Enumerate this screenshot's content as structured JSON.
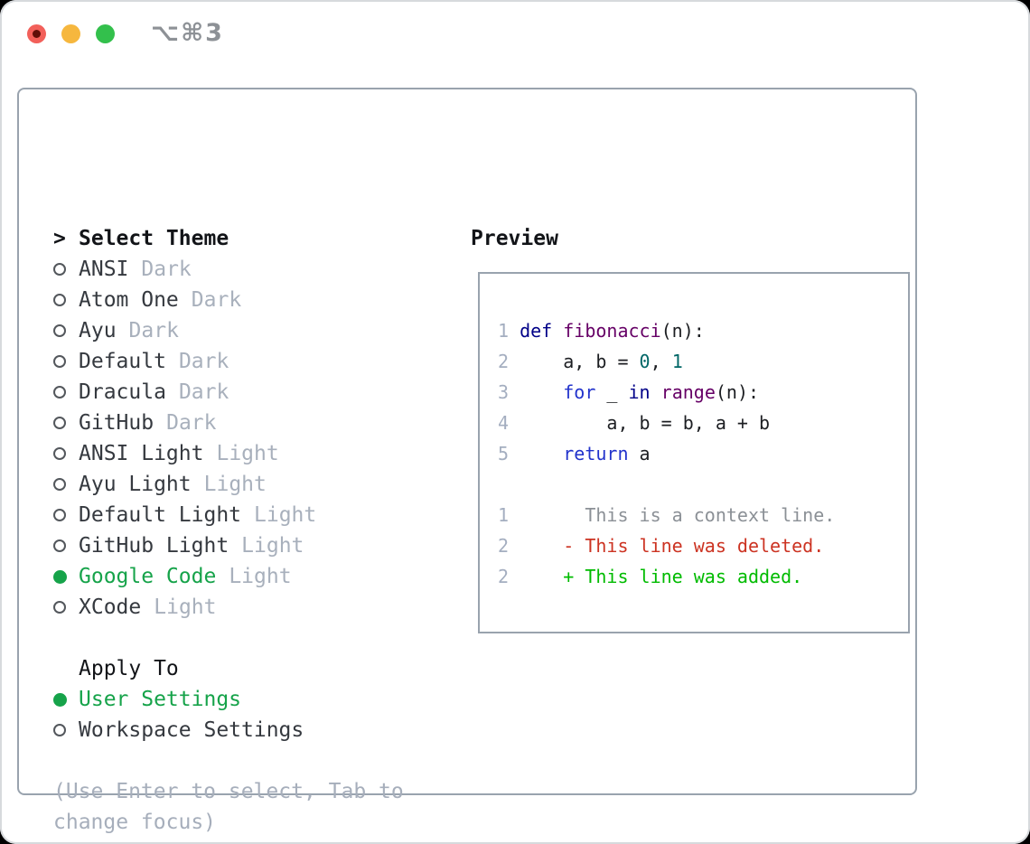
{
  "titlebar": {
    "shortcut": "⌥⌘3",
    "buttons": [
      {
        "id": "close",
        "has_dot": true
      },
      {
        "id": "minimize",
        "has_dot": false
      },
      {
        "id": "zoom",
        "has_dot": false
      }
    ]
  },
  "theme_panel": {
    "header_prefix": ">",
    "header_label": "Select Theme",
    "themes": [
      {
        "name": "ANSI",
        "variant": "Dark",
        "selected": false
      },
      {
        "name": "Atom One",
        "variant": "Dark",
        "selected": false
      },
      {
        "name": "Ayu",
        "variant": "Dark",
        "selected": false
      },
      {
        "name": "Default",
        "variant": "Dark",
        "selected": false
      },
      {
        "name": "Dracula",
        "variant": "Dark",
        "selected": false
      },
      {
        "name": "GitHub",
        "variant": "Dark",
        "selected": false
      },
      {
        "name": "ANSI Light",
        "variant": "Light",
        "selected": false
      },
      {
        "name": "Ayu Light",
        "variant": "Light",
        "selected": false
      },
      {
        "name": "Default Light",
        "variant": "Light",
        "selected": false
      },
      {
        "name": "GitHub Light",
        "variant": "Light",
        "selected": false
      },
      {
        "name": "Google Code",
        "variant": "Light",
        "selected": true
      },
      {
        "name": "XCode",
        "variant": "Light",
        "selected": false
      }
    ],
    "apply_to_label": "Apply To",
    "apply_options": [
      {
        "name": "User Settings",
        "selected": true
      },
      {
        "name": "Workspace Settings",
        "selected": false
      }
    ],
    "hint_lines": [
      "(Use Enter to select, Tab to",
      "change focus)"
    ]
  },
  "preview": {
    "title": "Preview",
    "code_lines": [
      {
        "num": "1",
        "tokens": [
          {
            "s": "kw1",
            "t": "def"
          },
          {
            "s": "pln",
            "t": " "
          },
          {
            "s": "typ",
            "t": "fibonacci"
          },
          {
            "s": "pln",
            "t": "(n):"
          }
        ]
      },
      {
        "num": "2",
        "tokens": [
          {
            "s": "pln",
            "t": "    a, b = "
          },
          {
            "s": "lit",
            "t": "0"
          },
          {
            "s": "pln",
            "t": ", "
          },
          {
            "s": "lit",
            "t": "1"
          }
        ]
      },
      {
        "num": "3",
        "tokens": [
          {
            "s": "pln",
            "t": "    "
          },
          {
            "s": "kw2",
            "t": "for"
          },
          {
            "s": "pln",
            "t": " _ "
          },
          {
            "s": "kw1",
            "t": "in"
          },
          {
            "s": "pln",
            "t": " "
          },
          {
            "s": "typ",
            "t": "range"
          },
          {
            "s": "pln",
            "t": "(n):"
          }
        ]
      },
      {
        "num": "4",
        "tokens": [
          {
            "s": "pln",
            "t": "        a, b = b, a + b"
          }
        ]
      },
      {
        "num": "5",
        "tokens": [
          {
            "s": "pln",
            "t": "    "
          },
          {
            "s": "kw2",
            "t": "return"
          },
          {
            "s": "pln",
            "t": " a"
          }
        ]
      },
      {
        "num": "",
        "tokens": []
      },
      {
        "num": "1",
        "tokens": [
          {
            "s": "ctx",
            "t": "      This is a context line."
          }
        ]
      },
      {
        "num": "2",
        "tokens": [
          {
            "s": "del",
            "t": "    - This line was deleted."
          }
        ]
      },
      {
        "num": "2",
        "tokens": [
          {
            "s": "add",
            "t": "    + This line was added."
          }
        ]
      }
    ]
  },
  "colors": {
    "accent_green": "#16a34a",
    "muted_label": "#a8b0bc",
    "hint": "#a6aebb",
    "theme_name": "#35393f",
    "circle": "#53575c",
    "heading": "#121418",
    "border": "#99a3ae",
    "line_number": "#a4aec0",
    "kw_navy": "#000088",
    "kw_blue": "#2233cc",
    "type_purple": "#660066",
    "literal_teal": "#006666",
    "plain": "#1c1e22",
    "context_gray": "#8b9096",
    "deleted_red": "#cc3322",
    "added_green": "#00bb00",
    "traffic_red": "#f2605a",
    "traffic_red_dot": "#5f0e08",
    "traffic_yellow": "#f6b73e",
    "traffic_green": "#33c04c",
    "shortcut_gray": "#8d9196"
  }
}
